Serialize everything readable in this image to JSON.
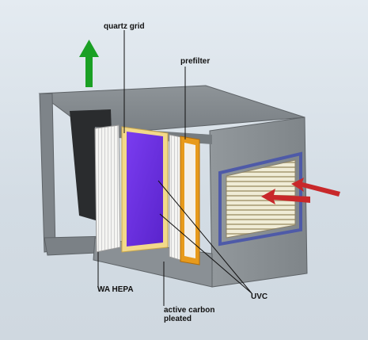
{
  "labels": {
    "quartz_grid": "quartz grid",
    "prefilter": "prefilter",
    "wa_hepa": "WA HEPA",
    "active_carbon": "active carbon\npleated",
    "uvc": "UVC"
  },
  "icons": {
    "outflow_arrow": "arrow-up-icon",
    "inflow_arrows": "arrow-left-icon"
  },
  "colors": {
    "housing": "#8c9297",
    "quartz_panel": "#6a2ee0",
    "prefilter_frame": "#e79a1c",
    "outflow_arrow": "#1aa024",
    "inflow_arrow": "#c8282a",
    "grille_border": "#4e5aa8"
  }
}
